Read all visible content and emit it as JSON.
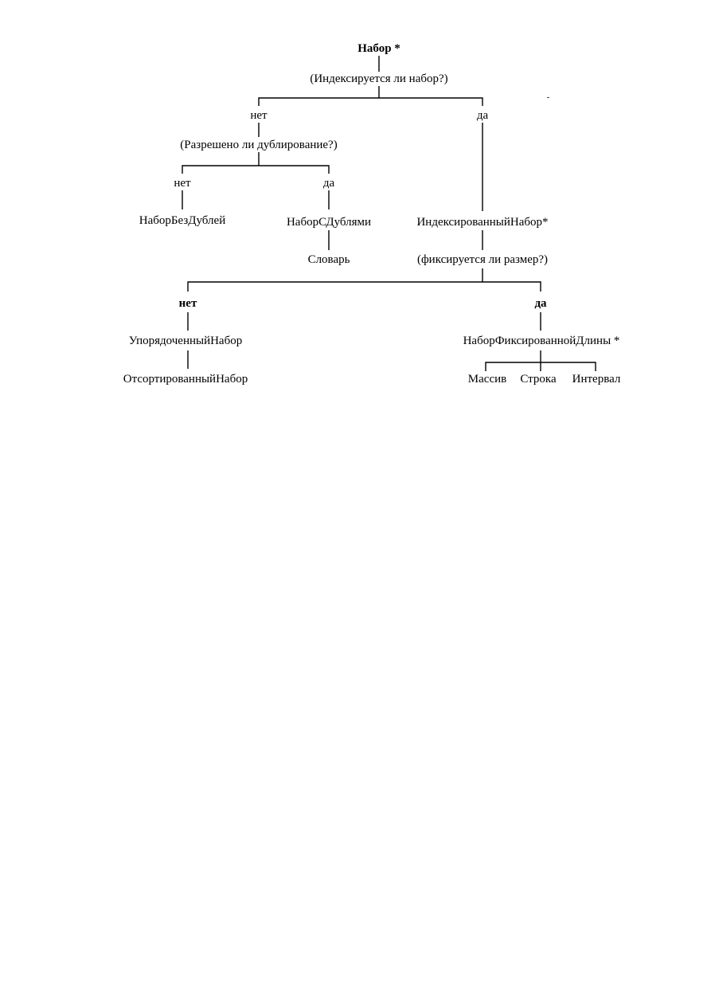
{
  "diagram": {
    "root": "Набор *",
    "q_indexed": "(Индексируется ли набор?)",
    "branch_no_1": "нет",
    "branch_yes_1": "да",
    "q_dup": "(Разрешено ли дублирование?)",
    "branch_no_2": "нет",
    "branch_yes_2": "да",
    "set_no_dups": "НаборБезДублей",
    "set_with_dups": "НаборСДублями",
    "dictionary": "Словарь",
    "indexed_set": "ИндексированныйНабор*",
    "q_fixed_size": "(фиксируется ли размер?)",
    "branch_no_3": "нет",
    "branch_yes_3": "да",
    "ordered_set": "УпорядоченныйНабор",
    "sorted_set": "ОтсортированныйНабор",
    "fixed_length_set": "НаборФиксированнойДлины *",
    "array": "Массив",
    "string": "Строка",
    "interval": "Интервал"
  }
}
